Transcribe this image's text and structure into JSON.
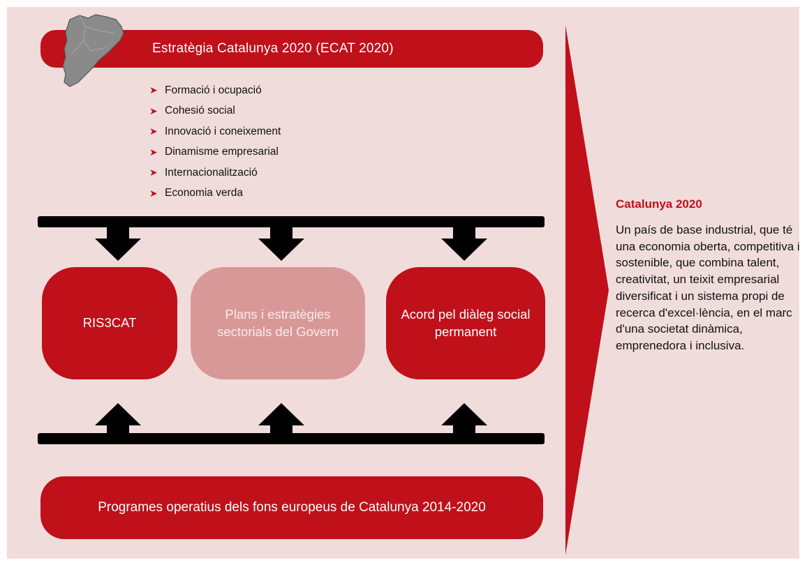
{
  "strategy": {
    "title": "Estratègia Catalunya 2020 (ECAT 2020)",
    "axes": [
      "Formació i ocupació",
      "Cohesió social",
      "Innovació i coneixement",
      "Dinamisme empresarial",
      "Internacionalització",
      "Economia verda"
    ]
  },
  "pillars": {
    "left": "RIS3CAT",
    "middle": "Plans i estratègies sectorials del Govern",
    "right": "Acord pel diàleg social permanent"
  },
  "bottom": {
    "label": "Programes operatius dels fons europeus de Catalunya 2014-2020"
  },
  "vision": {
    "title": "Catalunya 2020",
    "text": "Un país de base industrial, que té una economia oberta, competitiva i sostenible, que combina talent, creativitat, un teixit empresarial diversificat i un sistema propi de recerca d'excel·lència, en el marc d'una societat dinàmica, emprenedora i inclusiva."
  },
  "colors": {
    "accent_red": "#c0101a",
    "soft_pink": "#d99898",
    "panel_bg": "#f1dcdc",
    "connector": "#000000"
  },
  "icons": {
    "bullet": "chevron-right-icon",
    "map": "catalonia-map-icon",
    "down_arrow": "arrow-down-icon",
    "up_arrow": "arrow-up-icon",
    "flow_arrow": "big-right-arrow-icon"
  }
}
